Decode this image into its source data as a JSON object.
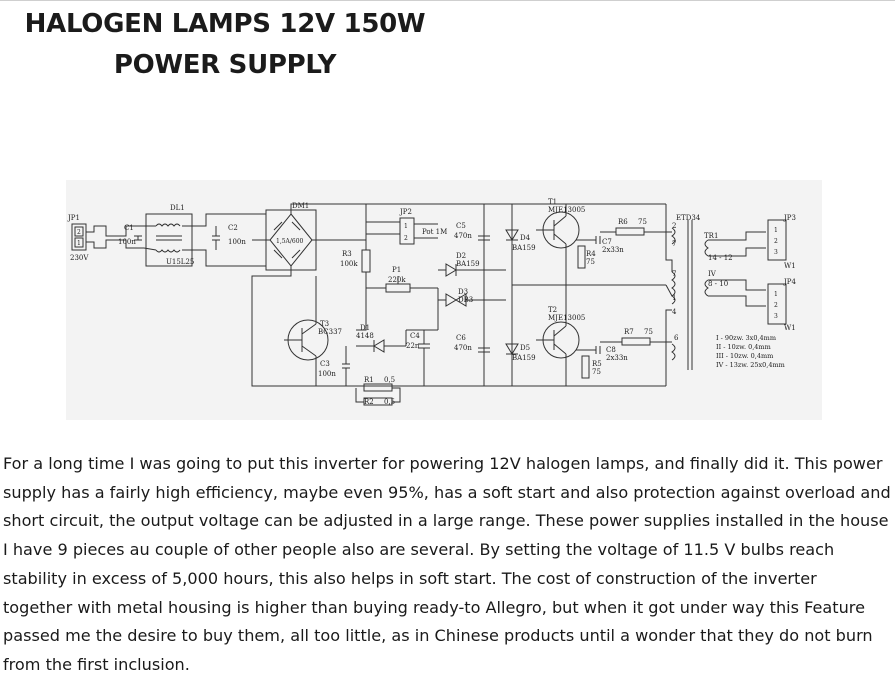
{
  "article": {
    "title_line1": "HALOGEN LAMPS 12V 150W",
    "title_line2": "POWER SUPPLY",
    "paragraph": "For a long time I was going to put this inverter for powering 12V halogen lamps, and finally did it. This power supply has a fairly high efficiency, maybe even 95%, has a soft start and also protection against overload and short circuit, the output voltage can be adjusted in a large range. These power supplies installed in the house I have 9 pieces au couple of other people also are several. By setting the voltage of 11.5 V bulbs reach stability in excess of 5,000 hours, this also helps in soft start. The cost of construction of the inverter together with metal housing is higher than buying ready-to Allegro, but when it got under way this Feature passed me the desire to buy them, all too little, as in Chinese products until a wonder that they do not burn from the first inclusion."
  },
  "schematic": {
    "labels": {
      "jp1": "JP1",
      "jp1_pins": [
        "2",
        "1"
      ],
      "v230": "230V",
      "c1": "C1",
      "c1_val": "100n",
      "dl1": "DL1",
      "u15l25": "U15L25",
      "c2": "C2",
      "c2_val": "100n",
      "dm1": "DM1",
      "dm1_val": "1,5A/600",
      "jp2": "JP2",
      "jp2_pins": [
        "1",
        "2"
      ],
      "pot": "Pot 1M",
      "r3": "R3",
      "r3_val": "100k",
      "p1": "P1",
      "p1_val": "220k",
      "c5": "C5",
      "c5_val": "470n",
      "d2": "D2",
      "d2_val": "BA159",
      "d3": "D3",
      "d3_val": "DB3",
      "d4": "D4",
      "d4_val": "BA159",
      "d5": "D5",
      "d5_val": "BA159",
      "t1": "T1",
      "t1_val": "MJE13005",
      "t2": "T2",
      "t2_val": "MJE13005",
      "t3": "T3",
      "t3_val": "BC337",
      "d1": "D1",
      "d1_val": "4148",
      "c3": "C3",
      "c3_val": "100n",
      "c4": "C4",
      "c4_val": "22n",
      "c6": "C6",
      "c6_val": "470n",
      "r1": "R1",
      "r1_val": "0,5",
      "r2": "R2",
      "r2_val": "0,5",
      "r4": "R4",
      "r4_val": "75",
      "r5": "R5",
      "r5_val": "75",
      "r6": "R6",
      "r6_val": "75",
      "r7": "R7",
      "r7_val": "75",
      "c7": "C7",
      "c7_val": "2x33n",
      "c8": "C8",
      "c8_val": "2x33n",
      "etd": "ETD34",
      "tr1": "TR1",
      "w14_12": "14 - 12",
      "w8_10": "8 - 10",
      "iv": "IV",
      "pin2": "2",
      "pin7a": "7",
      "pin7b": "7",
      "pin1": "1",
      "pin4": "4",
      "pin6": "6",
      "jp3": "JP3",
      "jp4": "JP4",
      "w1a": "W1",
      "w1b": "W1",
      "jp3_pins": [
        "1",
        "2",
        "3"
      ],
      "jp4_pins": [
        "1",
        "2",
        "3"
      ],
      "wind_i": "I - 90zw. 3x0,4mm",
      "wind_ii": "II - 10zw. 0,4mm",
      "wind_iii": "III - 10zw. 0,4mm",
      "wind_iv": "IV - 13zw. 25x0,4mm"
    }
  }
}
